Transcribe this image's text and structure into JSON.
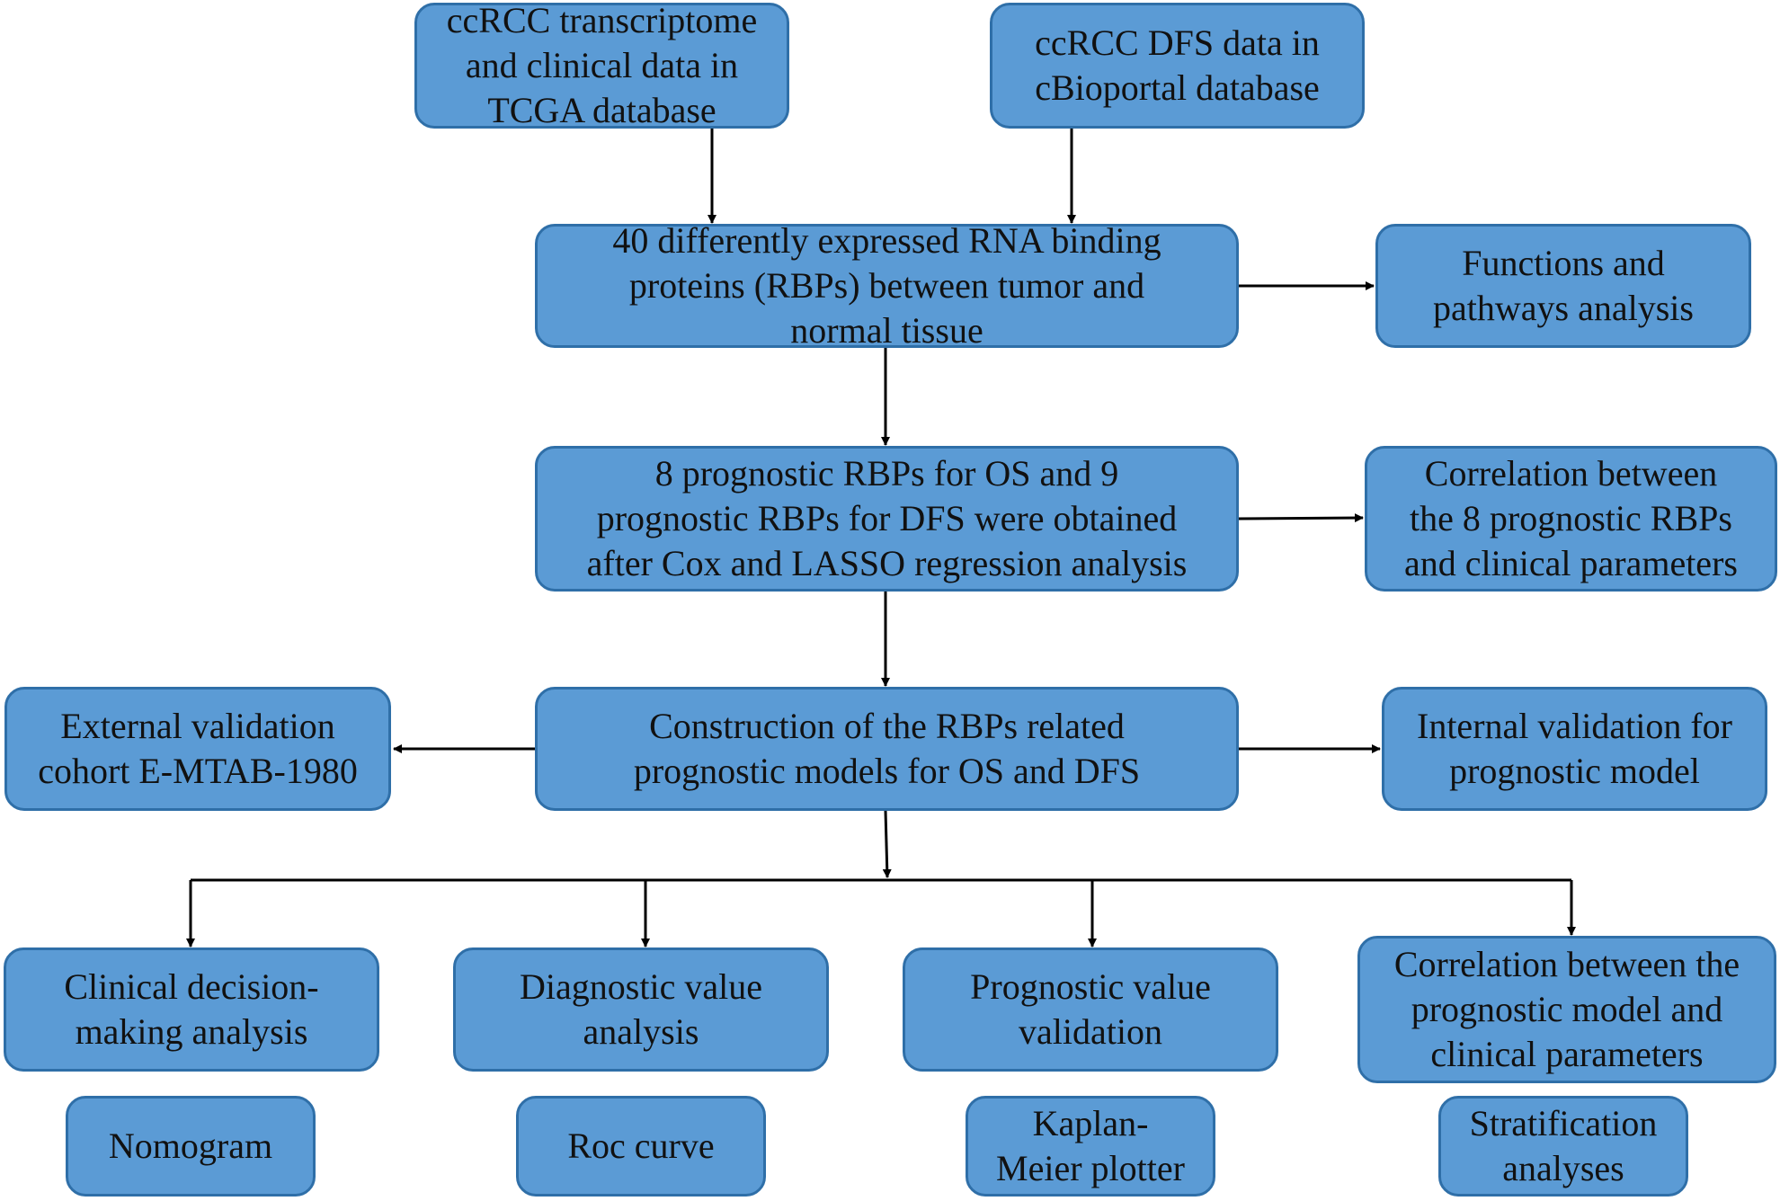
{
  "colors": {
    "box_fill": "#5b9bd5",
    "box_border": "#2f6fa8",
    "line": "#000000",
    "text": "#111111"
  },
  "nodes": {
    "tcga": "ccRCC transcriptome\nand clinical data in\nTCGA  database",
    "cbioportal": "ccRCC DFS data in\ncBioportal  database",
    "deg_rbps": "40 differently expressed RNA binding\nproteins (RBPs) between tumor and\nnormal tissue",
    "functions": "Functions and\npathways analysis",
    "prognostic_rbps": "8 prognostic RBPs for OS and 9\nprognostic RBPs for DFS were obtained\nafter Cox and LASSO regression analysis",
    "correlation_rbps": "Correlation between\nthe 8 prognostic RBPs\nand clinical parameters",
    "external": "External validation\ncohort E-MTAB-1980",
    "construction": "Construction of the RBPs related\nprognostic models for OS and DFS",
    "internal": "Internal validation for\nprognostic model",
    "clinical_decision": "Clinical decision-\nmaking analysis",
    "diagnostic": "Diagnostic value\nanalysis",
    "prognostic_value": "Prognostic value\nvalidation",
    "correlation_model": "Correlation between the\nprognostic model and\nclinical parameters",
    "nomogram": "Nomogram",
    "roc": "Roc curve",
    "kaplan": "Kaplan-\nMeier plotter",
    "stratification": "Stratification\nanalyses"
  }
}
